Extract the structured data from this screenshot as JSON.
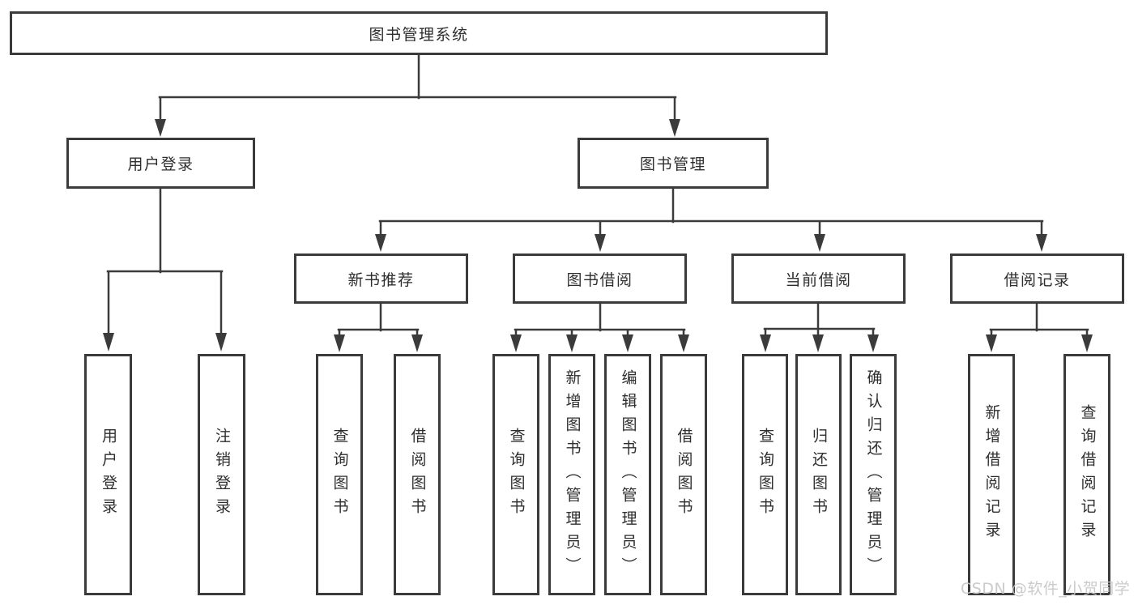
{
  "colors": {
    "line": "#3b3b3b",
    "text": "#2e2e2e",
    "watermark": "#c7c7c7",
    "background": "#ffffff"
  },
  "watermark": "CSDN @软件_小贺同学",
  "diagram": {
    "root": "图书管理系统",
    "level2": [
      "用户登录",
      "图书管理"
    ],
    "level3": [
      "新书推荐",
      "图书借阅",
      "当前借阅",
      "借阅记录"
    ],
    "leaves": {
      "login": [
        "用户登录",
        "注销登录"
      ],
      "recommend": [
        "查询图书",
        "借阅图书"
      ],
      "borrow": [
        "查询图书",
        "新增图书（管理员）",
        "编辑图书（管理员）",
        "借阅图书"
      ],
      "current": [
        "查询图书",
        "归还图书",
        "确认归还（管理员）"
      ],
      "records": [
        "新增借阅记录",
        "查询借阅记录"
      ]
    }
  }
}
